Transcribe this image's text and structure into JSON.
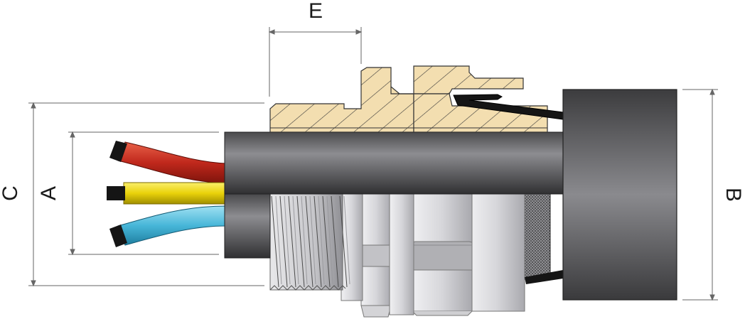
{
  "labels": {
    "e": "E",
    "c": "C",
    "a": "A",
    "b": "B"
  },
  "colors": {
    "background": "#ffffff",
    "sheath_dark": "#3c3c3e",
    "sheath_light": "#8c8c90",
    "brass": "#f3deb0",
    "metal_light": "#e9e9eb",
    "metal_mid": "#b8b8bc",
    "seal_dark": "#555",
    "wire_red": "#c0281c",
    "wire_yellow": "#e9d20a",
    "wire_blue": "#47b6d8",
    "wire_tip": "#151515",
    "dimension_line": "#666666"
  },
  "parts": [
    "inner-cable-sheath",
    "outer-boot-shroud",
    "brass-entry-body",
    "threaded-entry",
    "locknut",
    "hex-nut",
    "seal-ring",
    "conductors"
  ]
}
